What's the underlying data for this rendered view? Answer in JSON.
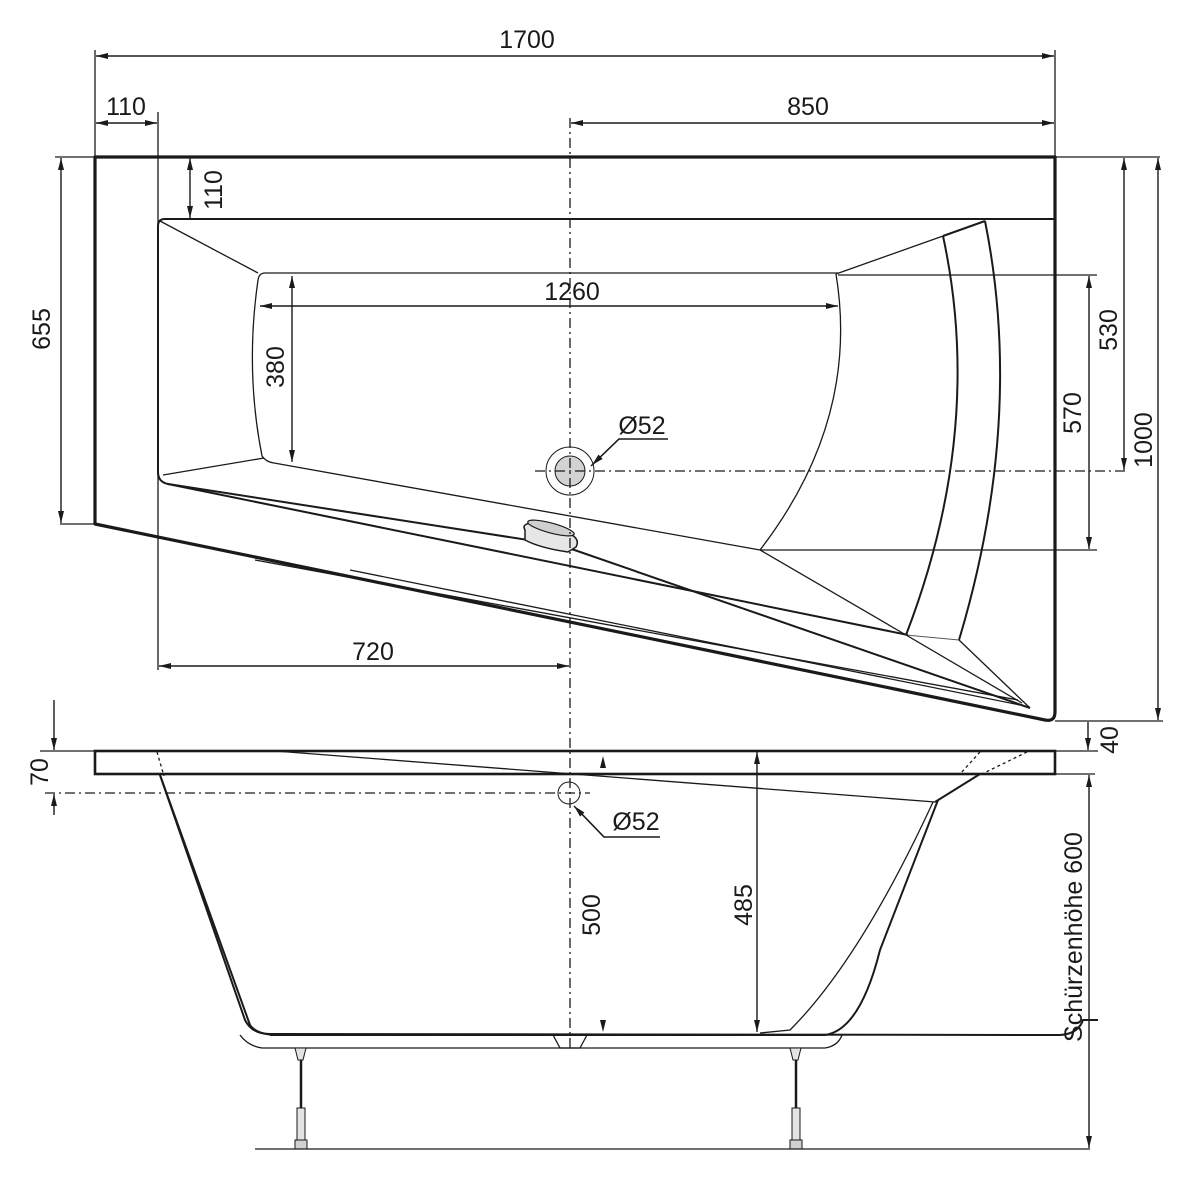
{
  "drawing": {
    "type": "technical-drawing",
    "subject": "Corner bathtub dimension drawing (top view and side view)",
    "units": "mm",
    "colors": {
      "line": "#1a1a1a",
      "drain_fill": "#d3d3d3",
      "background": "#ffffff"
    }
  },
  "top_view": {
    "dimensions": {
      "overall_length": "1700",
      "rim_width_left": "110",
      "center_to_right": "850",
      "rim_width_top": "110",
      "left_side_depth": "655",
      "inner_length": "1260",
      "inner_headrest_width": "380",
      "drain_diameter": "Ø52",
      "inner_right_width": "570",
      "drain_to_top": "530",
      "overall_depth": "1000",
      "left_to_center": "720"
    }
  },
  "side_view": {
    "dimensions": {
      "rim_offset": "40",
      "rim_to_drain_center": "70",
      "overflow_diameter": "Ø52",
      "depth_at_center": "500",
      "water_depth": "485",
      "apron_height": "Schürzenhöhe 600"
    }
  }
}
